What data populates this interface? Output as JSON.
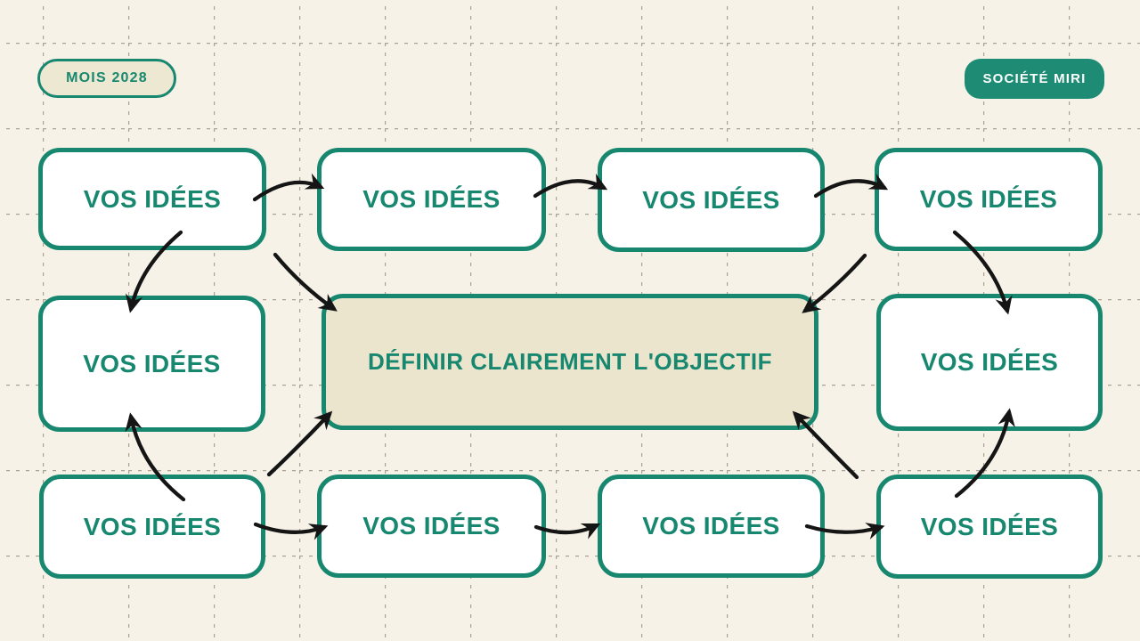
{
  "header": {
    "date_badge": "MOIS 2028",
    "company_badge": "SOCIÉTÉ MIRI"
  },
  "center_node": {
    "label": "DÉFINIR CLAIREMENT L'OBJECTIF"
  },
  "idea_nodes": [
    {
      "label": "VOS IDÉES"
    },
    {
      "label": "VOS IDÉES"
    },
    {
      "label": "VOS IDÉES"
    },
    {
      "label": "VOS IDÉES"
    },
    {
      "label": "VOS IDÉES"
    },
    {
      "label": "VOS IDÉES"
    },
    {
      "label": "VOS IDÉES"
    },
    {
      "label": "VOS IDÉES"
    },
    {
      "label": "VOS IDÉES"
    },
    {
      "label": "VOS IDÉES"
    }
  ],
  "colors": {
    "background": "#F6F2E7",
    "teal": "#18876F",
    "company_badge_fill": "#1E8C74",
    "date_badge_fill": "#ECE8D2",
    "center_node_fill": "#EBE5CD",
    "node_fill": "#FEFFFE",
    "arrow": "#151515",
    "grid_line": "#95907F"
  }
}
